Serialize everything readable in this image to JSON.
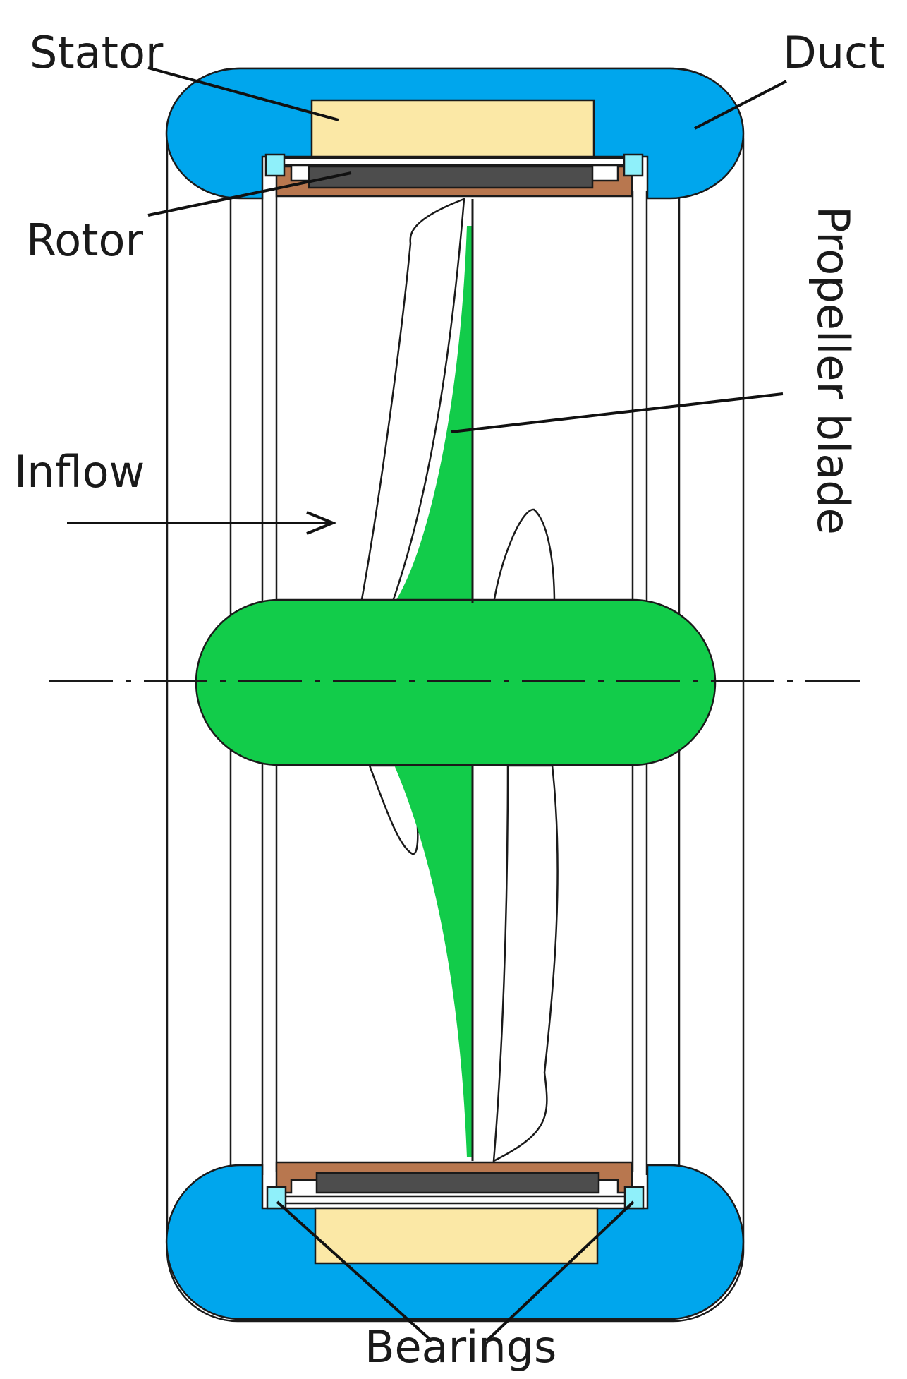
{
  "labels": {
    "stator": "Stator",
    "duct": "Duct",
    "rotor": "Rotor",
    "propeller_blade": "Propeller blade",
    "inflow": "Inflow",
    "bearings": "Bearings"
  },
  "colors": {
    "duct": "#00a6ed",
    "stator": "#fbe8a6",
    "rotor_housing": "#b8774f",
    "rotor_core": "#4d4d4d",
    "bearing": "#8ff0fa",
    "propeller": "#12cc4a",
    "outline": "#1a1a1a"
  }
}
